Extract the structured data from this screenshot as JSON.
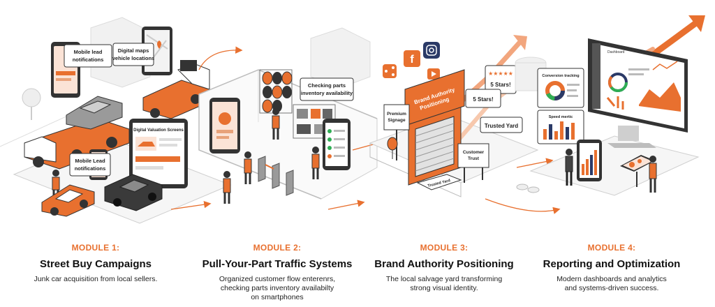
{
  "modules": [
    {
      "number": "MODULE 1:",
      "title": "Street Buy Campaigns",
      "desc_lines": [
        "Junk car acquisition from local sellers."
      ]
    },
    {
      "number": "MODULE 2:",
      "title": "Pull-Your-Part Traffic Systems",
      "desc_lines": [
        "Organized customer flow enterenrs,",
        "checking parts inventory availabilty",
        "on smartphones"
      ]
    },
    {
      "number": "MODULE 3:",
      "title": "Brand Authority Positioning",
      "desc_lines": [
        "The local salvage yard transforming",
        "strong visual identity."
      ]
    },
    {
      "number": "MODULE 4:",
      "title": "Reporting and Optimization",
      "desc_lines": [
        "Modern dashboards and analytics",
        "and systems-driven success."
      ]
    }
  ],
  "illustration": {
    "scene1": {
      "bubble_mobile_lead_top": [
        "Mobile lead",
        "notifications"
      ],
      "bubble_digital_maps": [
        "Digital maps",
        "vehicle locations"
      ],
      "tablet_title": "Digital Valuation Screens",
      "bubble_mobile_lead_bottom": [
        "Mobile Lead",
        "notifications"
      ]
    },
    "scene2": {
      "bubble_checking": [
        "Checking parts",
        "inventory availability"
      ]
    },
    "scene3": {
      "banner": [
        "Brand Authority",
        "Positioning"
      ],
      "sign_premium": [
        "Premium",
        "Signage"
      ],
      "bubble_5stars": "5 Stars!",
      "bubble_5stars_2": "5 Stars!",
      "bubble_trusted": "Trusted Yard",
      "sign_trust": [
        "Customer",
        "Trust"
      ],
      "plaque": "Trusted Yard"
    },
    "scene4": {
      "card_conversion": "Conversion tracking",
      "card_speed": "Speed mertic",
      "dashboard_title": "Dashboard"
    }
  },
  "colors": {
    "accent": "#e8702f",
    "ink": "#333333",
    "panel": "#f2f2f2",
    "shadow": "#dcdcdc"
  },
  "icons": [
    "facebook-icon",
    "instagram-icon",
    "youtube-icon",
    "share-icon",
    "star-icon",
    "growth-arrow-icon",
    "map-pin-icon"
  ]
}
